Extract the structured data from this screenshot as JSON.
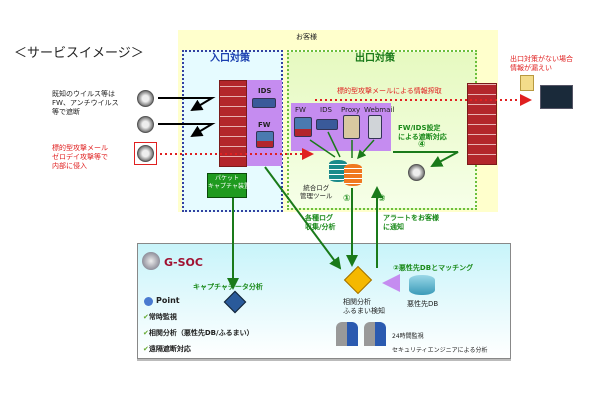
{
  "title": "＜サービスイメージ＞",
  "customer": {
    "label": "お客様"
  },
  "entry": {
    "title": "入口対策",
    "devices": [
      "IDS",
      "FW"
    ],
    "packet_capture": "パケット\nキャプチャ装置"
  },
  "exit": {
    "title": "出口対策",
    "devices": [
      "FW",
      "IDS",
      "Proxy",
      "Webmail"
    ],
    "log_tool": "統合ログ\n管理ツール",
    "block_text": "FW/IDS設定\nによる遮断対応",
    "step4": "④",
    "step1": "①",
    "step3": "③",
    "exfil_text": "標的型攻撃メールによる情報搾取"
  },
  "left": {
    "known": "既知のウイルス等は\nFW、アンチウイルス\n等で遮断",
    "targeted": "標的型攻撃メール\nゼロデイ攻撃等で\n内部に侵入"
  },
  "leak": {
    "text": "出口対策がない場合\n情報が漏えい"
  },
  "flows": {
    "logs": "各種ログ\n収集/分析",
    "alert": "アラートをお客様\nに通知"
  },
  "gsoc": {
    "name": "G-SOC",
    "capture": "キャプチャデータ分析",
    "correlation": "相関分析\nふるまい検知",
    "matching": "②悪性先DBとマッチング",
    "db": "悪性先DB",
    "monitor": "24時間監視",
    "engineers": "セキュリティエンジニアによる分析",
    "point_label": "Point",
    "points": [
      "常時監視",
      "相関分析（悪性先DB/ふるまい）",
      "遠隔遮断対応"
    ]
  },
  "colors": {
    "customer_bg": "#ffffcc",
    "entry_bg": "#e6fbff",
    "exit_bg": "#e8f9c8",
    "purple": "#c58cf0",
    "green": "#1a7a1a",
    "red": "#e02020",
    "brand": "#a01030"
  }
}
